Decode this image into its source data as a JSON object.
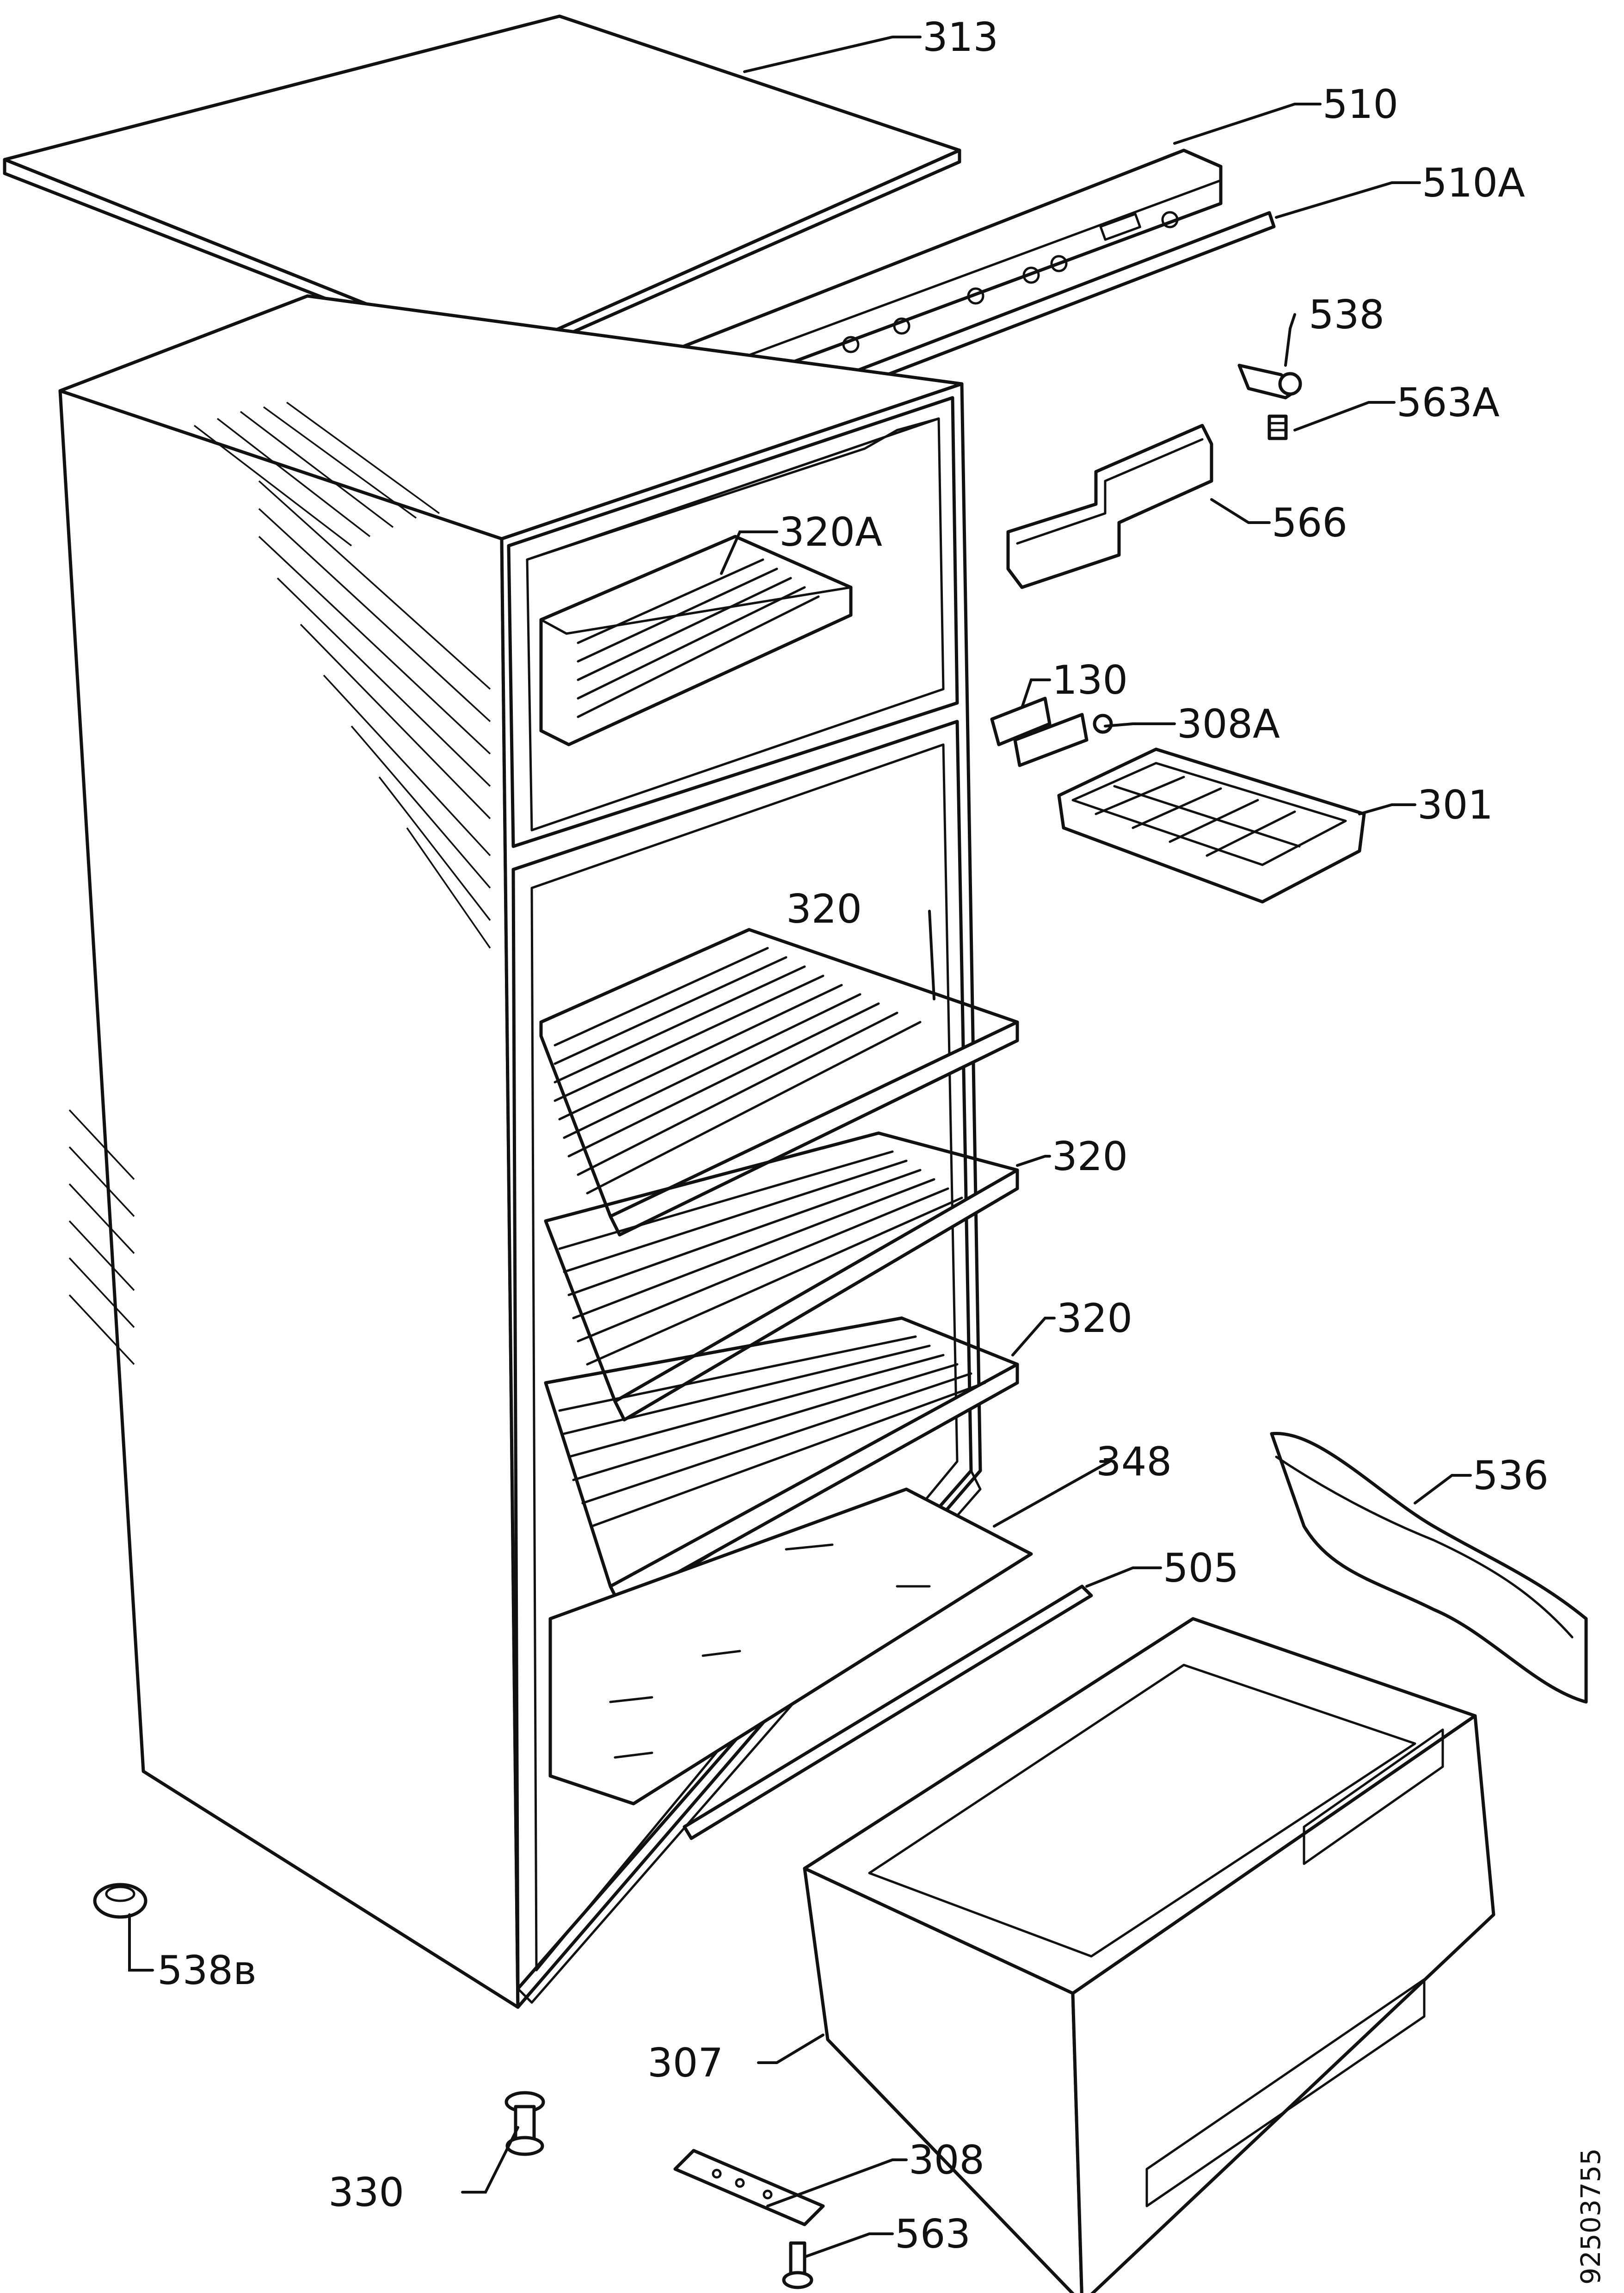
{
  "diagram": {
    "reference_number": "92503755",
    "part_labels": [
      {
        "id": "p313",
        "text": "313"
      },
      {
        "id": "p510",
        "text": "510"
      },
      {
        "id": "p510a",
        "text": "510A"
      },
      {
        "id": "p538",
        "text": "538"
      },
      {
        "id": "p563a",
        "text": "563A"
      },
      {
        "id": "p566",
        "text": "566"
      },
      {
        "id": "p320a",
        "text": "320A"
      },
      {
        "id": "p130",
        "text": "130"
      },
      {
        "id": "p308a",
        "text": "308A"
      },
      {
        "id": "p301",
        "text": "301"
      },
      {
        "id": "p320_1",
        "text": "320"
      },
      {
        "id": "p320_2",
        "text": "320"
      },
      {
        "id": "p320_3",
        "text": "320"
      },
      {
        "id": "p348",
        "text": "348"
      },
      {
        "id": "p536",
        "text": "536"
      },
      {
        "id": "p505",
        "text": "505"
      },
      {
        "id": "p538b",
        "text": "538в"
      },
      {
        "id": "p307",
        "text": "307"
      },
      {
        "id": "p330",
        "text": "330"
      },
      {
        "id": "p308",
        "text": "308"
      },
      {
        "id": "p563",
        "text": "563"
      }
    ]
  }
}
